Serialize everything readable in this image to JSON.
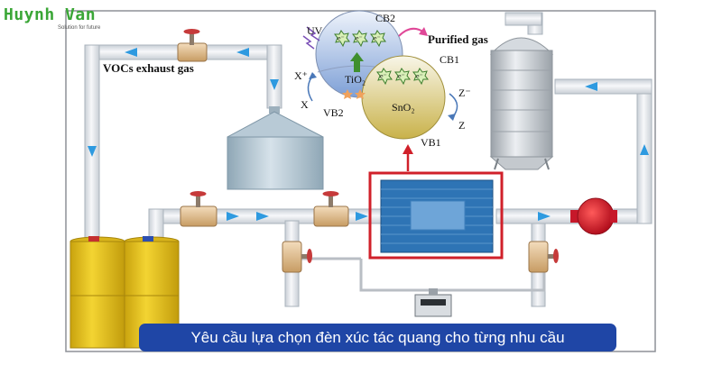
{
  "logo": {
    "name": "Huynh Van",
    "tagline": "Solution for future"
  },
  "labels": {
    "uv": "UV",
    "cb2": "CB2",
    "purified_gas": "Purified gas",
    "cb1": "CB1",
    "vocs": "VOCs exhaust gas",
    "x_plus": "X⁺",
    "x": "X",
    "tio2": "TiO₂",
    "vb2": "VB2",
    "sno2": "SnO₂",
    "z_minus": "Z⁻",
    "z": "Z",
    "vb1": "VB1",
    "electron": "e⁻"
  },
  "caption": "Yêu cầu lựa chọn đèn xúc tác quang cho từng nhu cầu",
  "colors": {
    "pipe": "#e8ebef",
    "pipe_edge": "#aab3bc",
    "arrow": "#2e9ae0",
    "tank_yellow": "#e6c21a",
    "reactor_blue": "#2e74b5",
    "reactor_frame": "#d0202a",
    "pump_red": "#d6192a",
    "caption_bg": "#1f46a6",
    "brand_green": "#3aa636"
  }
}
